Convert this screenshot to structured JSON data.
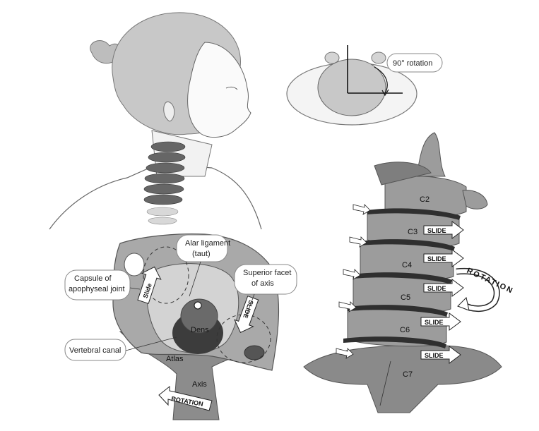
{
  "top_view": {
    "rotation_label": "90° rotation"
  },
  "atlas_view": {
    "alar_ligament": "Alar ligament (taut)",
    "capsule": "Capsule of apophyseal joint",
    "superior_facet": "Superior facet of axis",
    "vertebral_canal": "Vertebral canal",
    "dens": "Dens",
    "atlas": "Atlas",
    "axis": "Axis",
    "slide_left": "Slide",
    "slide_right": "SLIDE",
    "rotation": "ROTATION"
  },
  "spine_view": {
    "vertebrae": [
      "C2",
      "C3",
      "C4",
      "C5",
      "C6",
      "C7"
    ],
    "slide": "SLIDE",
    "rotation": "ROTATION"
  }
}
